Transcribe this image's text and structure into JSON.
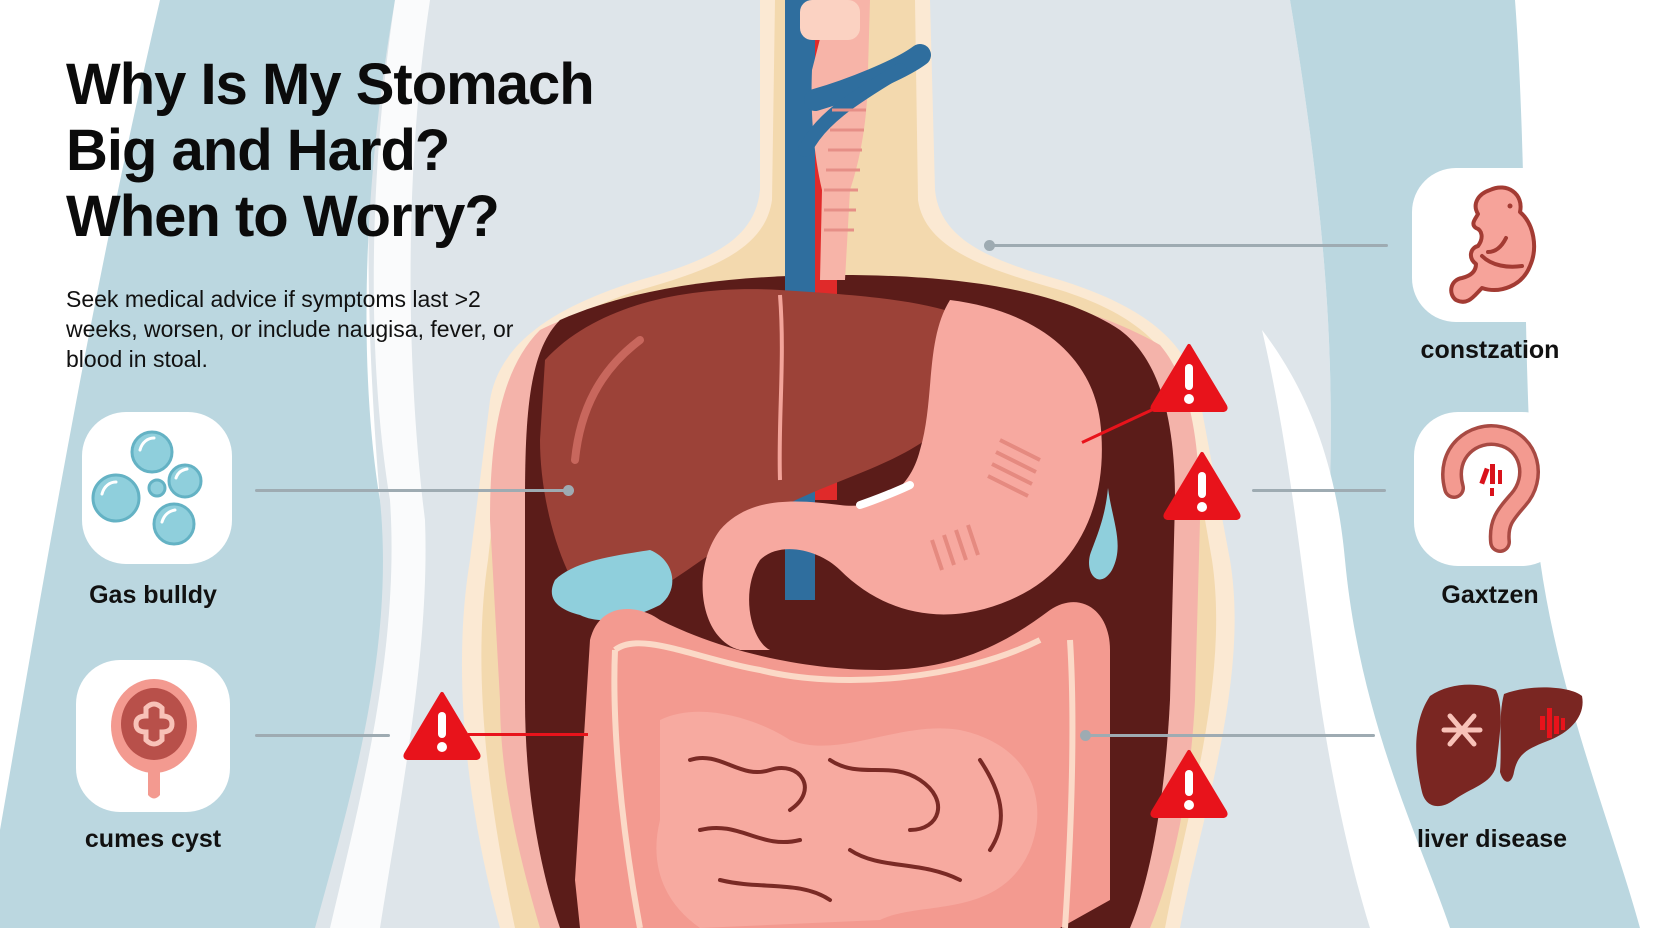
{
  "header": {
    "title_lines": [
      "Why Is My Stomach",
      "Big and Hard?",
      "When to Worry?"
    ],
    "subtitle": "Seek medical advice if symptoms last >2 weeks, worsen, or include naugisa, fever, or blood in stoal."
  },
  "conditions": [
    {
      "label": "Gas bulldy",
      "icon": "gas-bubbles-icon",
      "side": "left"
    },
    {
      "label": "cumes cyst",
      "icon": "ovarian-cyst-icon",
      "side": "left"
    },
    {
      "label": "constzation",
      "icon": "fetus-icon",
      "side": "right"
    },
    {
      "label": "Gaxtzen",
      "icon": "intestine-hook-icon",
      "side": "right"
    },
    {
      "label": "liver disease",
      "icon": "diseased-liver-icon",
      "side": "right"
    }
  ],
  "illustration": {
    "subject": "abdominal-anatomy-cross-section",
    "organs": [
      "esophagus",
      "trachea",
      "aorta",
      "vena-cava",
      "liver",
      "stomach",
      "gallbladder",
      "large-intestine",
      "small-intestine"
    ],
    "warning_icon": "warning-triangle-icon",
    "warning_count": 4
  },
  "colors": {
    "background": "#ffffff",
    "body_light": "#dee5ea",
    "arm_blue": "#bbd7e0",
    "warning_red": "#e8131b",
    "liver": "#9c4238",
    "stomach": "#f7a9a0",
    "intestine": "#f39a90",
    "bubble": "#8fcfdc",
    "connector_gray": "#9eabb2",
    "text": "#0b0b0b"
  }
}
